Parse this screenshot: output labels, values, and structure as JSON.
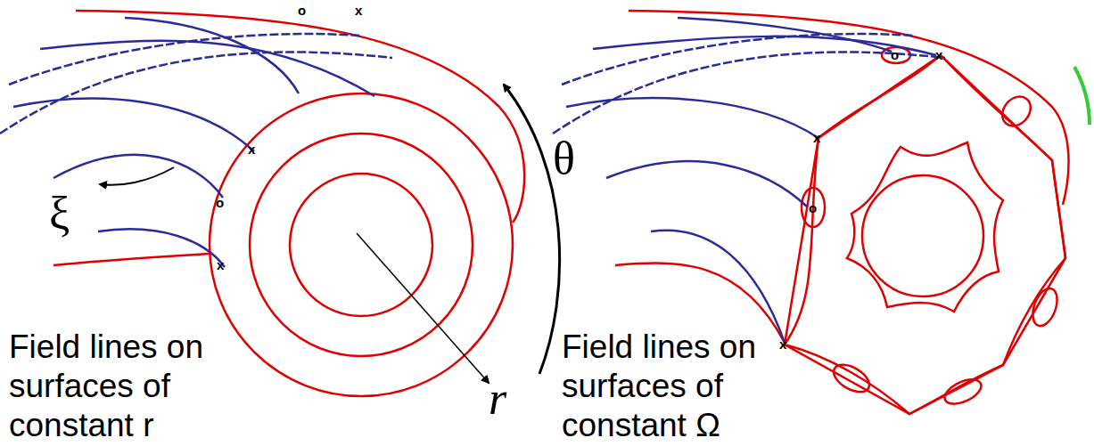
{
  "diagram": {
    "labels": [
      "ξ",
      "θ",
      "r",
      "Field lines on surfaces of constant r",
      "Field lines on surfaces of constant Ω",
      "x",
      "o",
      "x",
      "o",
      "x",
      "o",
      "x",
      "x",
      "o",
      "x"
    ]
  }
}
